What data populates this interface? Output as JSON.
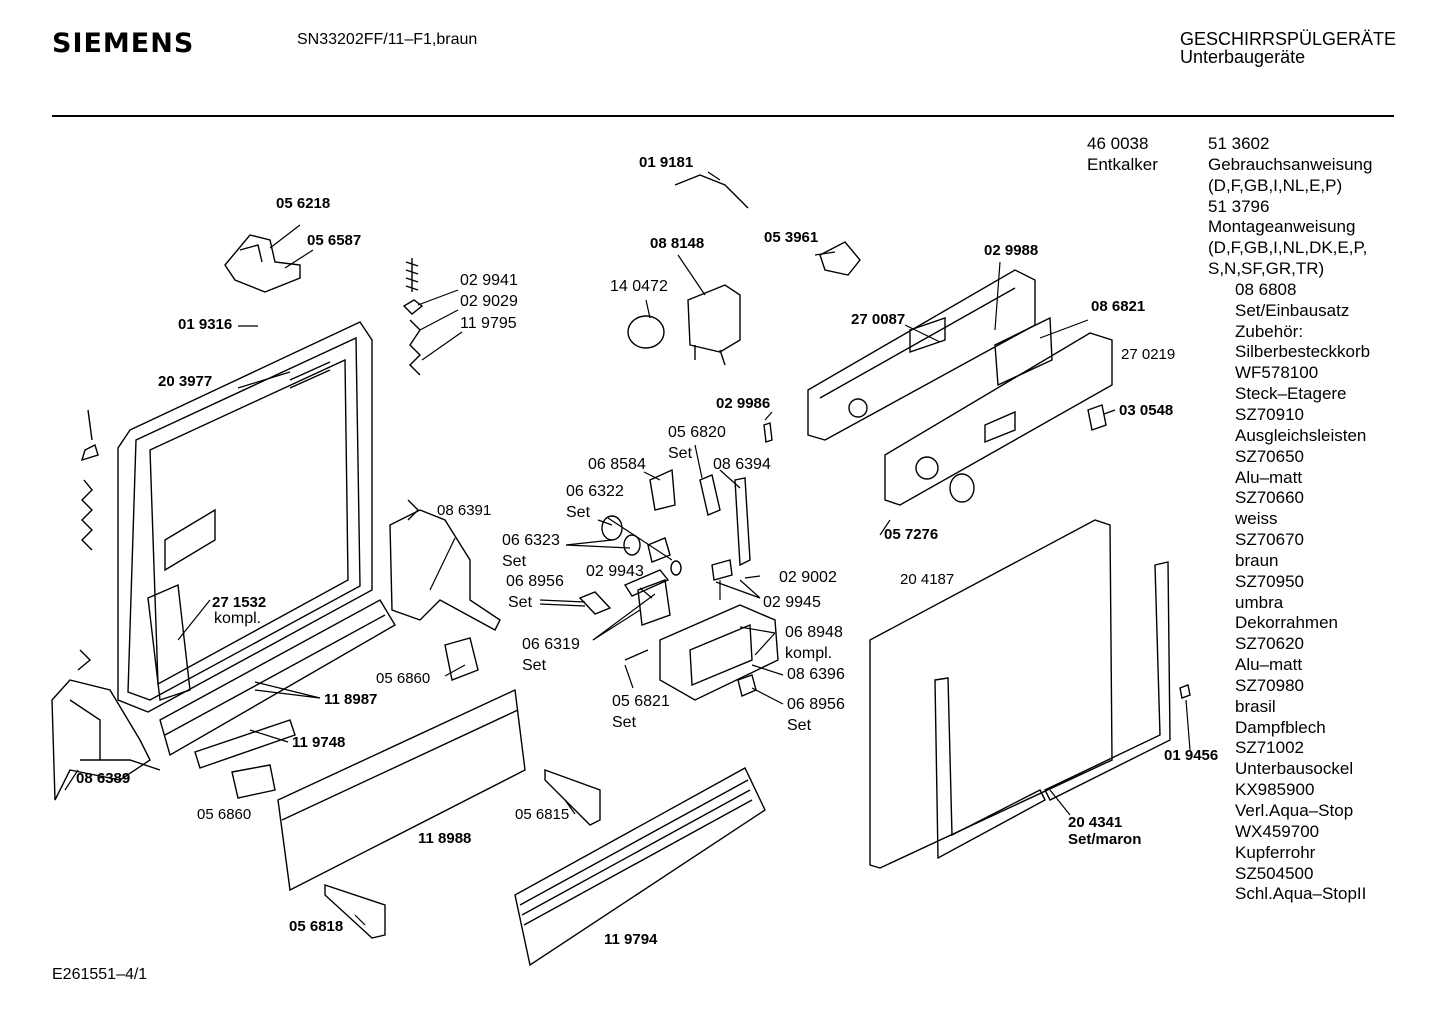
{
  "header": {
    "brand": "SIEMENS",
    "model": "SN33202FF/11–F1,braun",
    "category_line1": "GESCHIRRSPÜLGERÄTE",
    "category_line2": "Unterbaugeräte"
  },
  "footer": {
    "code": "E261551–4/1"
  },
  "accessory_left": {
    "number": "46 0038",
    "name": "Entkalker"
  },
  "accessory_list": [
    "51 3602",
    "Gebrauchsanweisung",
    "(D,F,GB,I,NL,E,P)",
    "51 3796",
    "Montageanweisung",
    "(D,F,GB,I,NL,DK,E,P,",
    "S,N,SF,GR,TR)",
    "08 6808",
    "Set/Einbausatz",
    "Zubehör:",
    "Silberbesteckkorb",
    "WF578100",
    "Steck–Etagere",
    "SZ70910",
    "Ausgleichsleisten",
    "SZ70650",
    "Alu–matt",
    "SZ70660",
    "weiss",
    "SZ70670",
    "braun",
    "SZ70950",
    "umbra",
    "Dekorrahmen",
    "SZ70620",
    "Alu–matt",
    "SZ70980",
    "brasil",
    "Dampfblech",
    "SZ71002",
    "Unterbausockel",
    "KX985900",
    "Verl.Aqua–Stop",
    "WX459700",
    "Kupferrohr",
    "SZ504500",
    "Schl.Aqua–StopII"
  ],
  "part_labels": {
    "p019181": "01 9181",
    "p056218": "05 6218",
    "p056587": "05 6587",
    "p029941": "02 9941",
    "p029029": "02 9029",
    "p119795": "11 9795",
    "p019316": "01 9316",
    "p203977": "20 3977",
    "p088148": "08 8148",
    "p053961": "05 3961",
    "p140472": "14 0472",
    "p029988": "02 9988",
    "p270087": "27 0087",
    "p086821": "08 6821",
    "p270219": "27 0219",
    "p029986": "02 9986",
    "p030548": "03 0548",
    "p056820": "05 6820",
    "set1": "Set",
    "p068584": "06 8584",
    "p086394": "08 6394",
    "p066322": "06 6322",
    "set2": "Set",
    "p086391": "08 6391",
    "p066323": "06 6323",
    "set3": "Set",
    "p068956a": "06 8956",
    "set4": "Set",
    "p029943": "02 9943",
    "p029002": "02 9002",
    "p029945": "02 9945",
    "p271532": "27 1532",
    "kompl1": "kompl.",
    "p057276": "05 7276",
    "p204187": "20 4187",
    "p066319": "06 6319",
    "set5": "Set",
    "p068948": "06 8948",
    "kompl2": "kompl.",
    "p056860a": "05 6860",
    "p118987": "11 8987",
    "p086396": "08 6396",
    "p056821": "05 6821",
    "set6": "Set",
    "p068956b": "06 8956",
    "set7": "Set",
    "p119748": "11 9748",
    "p019456": "01 9456",
    "p086389": "08 6389",
    "p056860b": "05 6860",
    "p056815": "05 6815",
    "p118988": "11 8988",
    "p204341": "20 4341",
    "setmaron": "Set/maron",
    "p056818": "05 6818",
    "p119794": "11 9794"
  }
}
